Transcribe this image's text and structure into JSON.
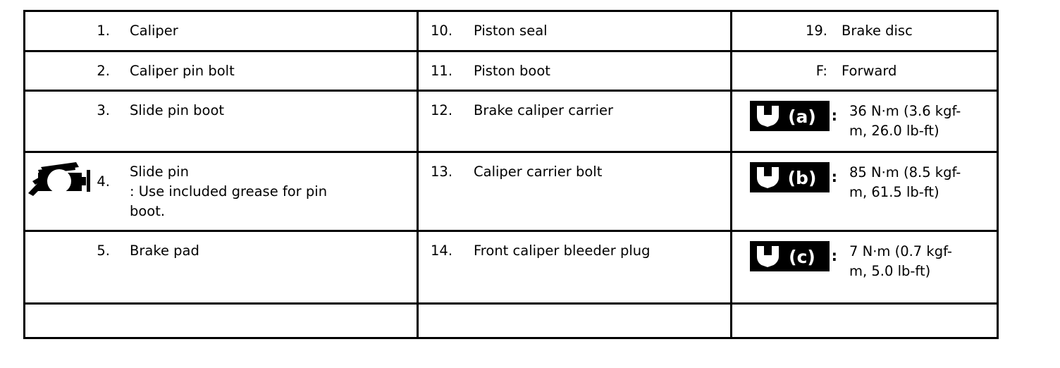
{
  "document": {
    "type": "parts-legend-table",
    "columns": 3,
    "note": "Brake caliper component legend with torque specifications"
  },
  "columns": {
    "left": [
      {
        "key": "1.",
        "label": "Caliper",
        "icon": null
      },
      {
        "key": "2.",
        "label": "Caliper pin bolt",
        "icon": null
      },
      {
        "key": "3.",
        "label": "Slide pin boot",
        "icon": null
      },
      {
        "key": "4.",
        "label": "Slide pin\n: Use included grease for pin boot.",
        "label_line1": "Slide pin",
        "label_line2": ": Use included grease for pin",
        "label_line3": "boot.",
        "icon": "grease-icon"
      },
      {
        "key": "5.",
        "label": "Brake pad",
        "icon": null
      },
      {
        "key": "",
        "label": "",
        "icon": null
      }
    ],
    "middle": [
      {
        "key": "10.",
        "label": "Piston seal"
      },
      {
        "key": "11.",
        "label": "Piston boot"
      },
      {
        "key": "12.",
        "label": "Brake caliper carrier"
      },
      {
        "key": "13.",
        "label": "Caliper carrier bolt"
      },
      {
        "key": "14.",
        "label": "Front caliper bleeder plug"
      },
      {
        "key": "",
        "label": ""
      }
    ],
    "right": [
      {
        "type": "item",
        "key": "19.",
        "label": "Brake disc"
      },
      {
        "type": "item",
        "key": "F:",
        "label": "Forward"
      },
      {
        "type": "torque",
        "badge_letter": "(a)",
        "badge_icon": "wrench-icon",
        "colon": ":",
        "value_line1": "36 N·m (3.6 kgf-",
        "value_line2": "m, 26.0 lb-ft)",
        "value": "36 N·m (3.6 kgf-m, 26.0 lb-ft)"
      },
      {
        "type": "torque",
        "badge_letter": "(b)",
        "badge_icon": "wrench-icon",
        "colon": ":",
        "value_line1": "85 N·m (8.5 kgf-",
        "value_line2": "m, 61.5 lb-ft)",
        "value": "85 N·m (8.5 kgf-m, 61.5 lb-ft)"
      },
      {
        "type": "torque",
        "badge_letter": "(c)",
        "badge_icon": "wrench-icon",
        "colon": ":",
        "value_line1": "7 N·m (0.7 kgf-",
        "value_line2": "m, 5.0 lb-ft)",
        "value": "7 N·m (0.7 kgf-m, 5.0 lb-ft)"
      },
      {
        "type": "item",
        "key": "",
        "label": ""
      }
    ]
  },
  "colors": {
    "ink": "#000000",
    "paper": "#ffffff",
    "badge_background": "#000000",
    "badge_foreground": "#ffffff"
  }
}
